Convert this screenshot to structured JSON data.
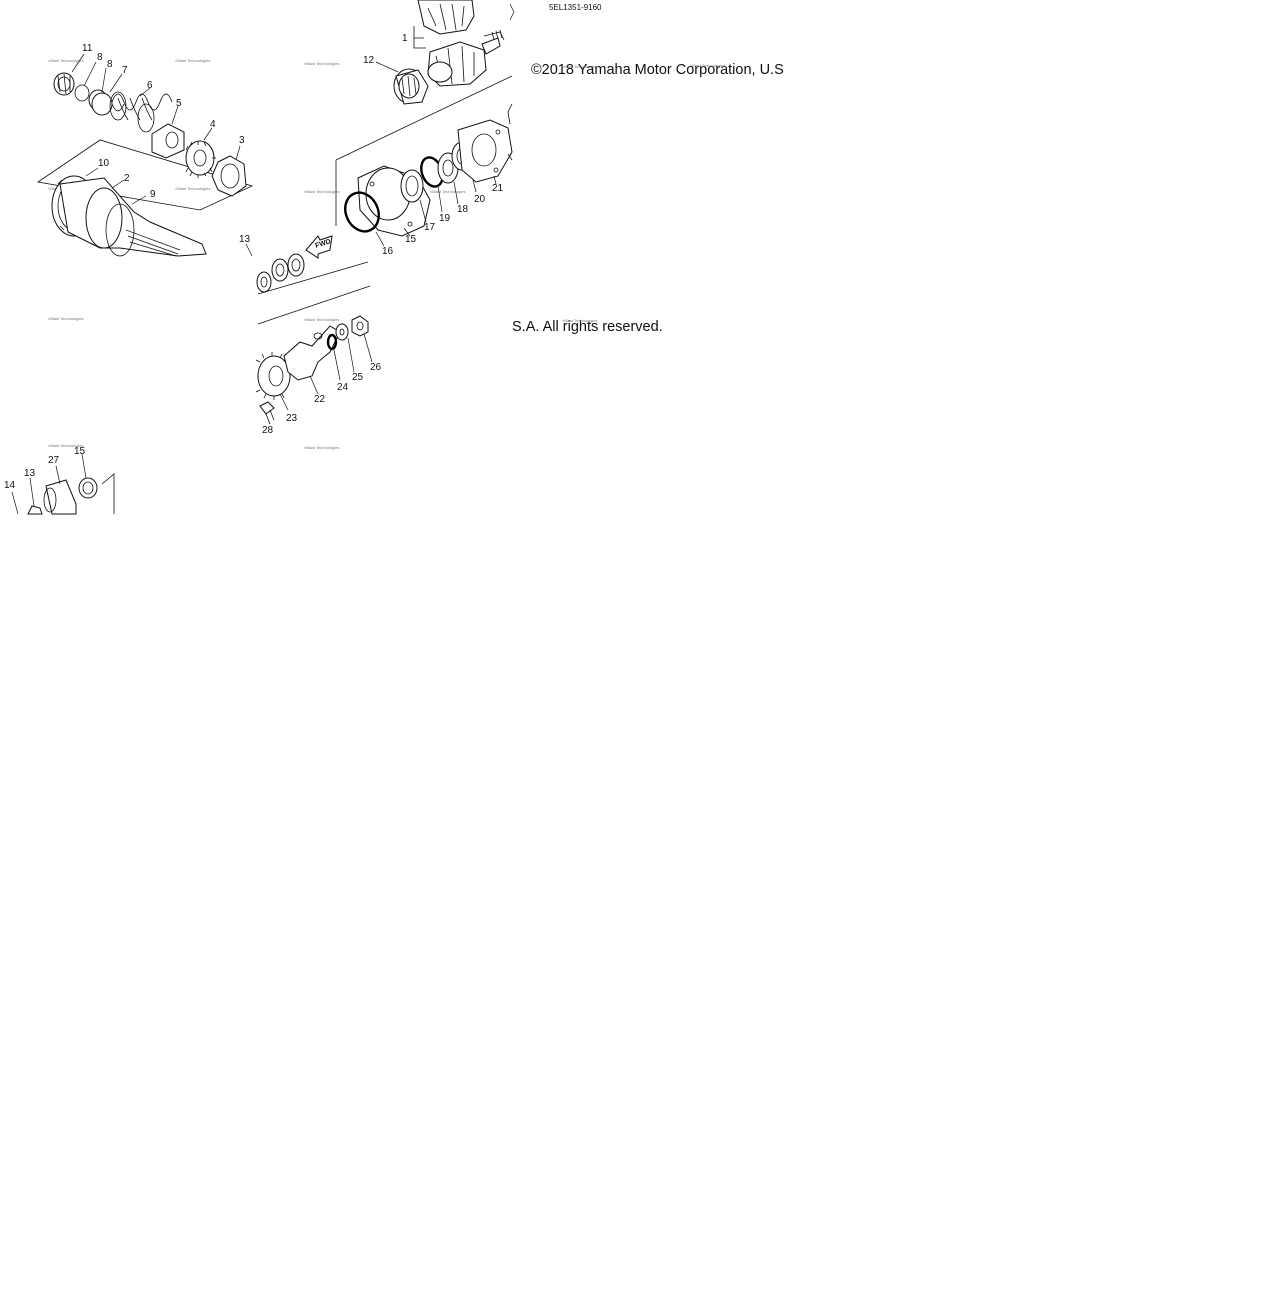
{
  "diagram": {
    "part_code": "5EL1351-9160",
    "copyright_line1": "©2018 Yamaha Motor Corporation, U.S",
    "copyright_line2": "S.A. All rights reserved.",
    "watermark_text": "≈Blast Technologies",
    "fwd_label": "FWD",
    "callouts": {
      "c1": "1",
      "c2": "2",
      "c3": "3",
      "c4": "4",
      "c5": "5",
      "c6": "6",
      "c7": "7",
      "c8a": "8",
      "c8b": "8",
      "c9": "9",
      "c10": "10",
      "c11": "11",
      "c12": "12",
      "c13a": "13",
      "c13b": "13",
      "c14": "14",
      "c15": "15",
      "c15b": "15",
      "c16": "16",
      "c17": "17",
      "c18": "18",
      "c19": "19",
      "c20": "20",
      "c21": "21",
      "c22": "22",
      "c23": "23",
      "c24": "24",
      "c25": "25",
      "c26": "26",
      "c27": "27",
      "c28": "28"
    }
  }
}
